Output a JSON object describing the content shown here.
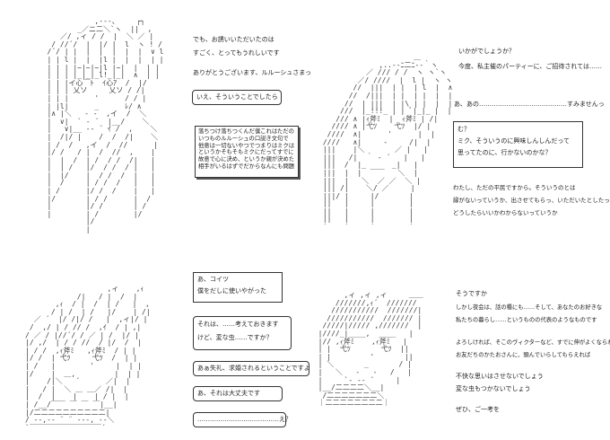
{
  "panel1": {
    "aa_lines": [
      "              ,-‐‐、    ┌┐",
      "          _／ニ二＼`ヽ  ||  ，",
      "      ／/ ,ィ / /  |  ＼ ／ |",
      "    / //´/  |  |/ |  l  ヽ ! /",
      "   /´/ | |  |  |  |  |  |  ∨ l",
      "   | | l |  |  |l |  |  |  | |",
      "   | | | |~|~|~|l |~|  |  | |",
      "   | | | |_|_|_l!_|_|  ∧  | |",
      "   | | |イ心￣ﾄ  ｲ心ｱ  /  |/",
      "   | | | 乂ソ     乂ソ / /|",
      "   | | |      '      / / |",
      "   | |l|      _      ﾚ/ ∧",
      "   |∧ |＼   ‐ ‐  ,イ  /  ＼",
      "   |  ∨|  ` ‐ ´  |__/    ＼",
      "   |   ∨|__ -‐ ¨ ｲ /  ,    ＼",
      "   |  /|/ |    /  /  /|    ＼",
      "   | /  /   ,イ  /  //      |",
      "   |/ /   / |  /  //  ,    |",
      "   |  |  /  | /  / /  /|   |",
      "   |  | /   |/  / /  / |   |",
      "   |  |/    |  / /  /  |   |",
      "   |  /     | / /  /   |   |",
      "   | /      |/ /  /    |   |",
      "   |/       | / /      |  /",
      "   |        |/ /       | /",
      "   |        | /        |/",
      "            |/",
      "            |"
    ],
    "text1": "でも、お誘いいただいたのは",
    "text2": "すごく、とってもうれしいです",
    "text3": "ありがとうございます、ルルーシュさまっ",
    "bubble": "いえ、そういうことでしたら",
    "box": [
      "落ちつけ落ちつくんだ僕これはただの",
      "いつものルルーシュの口説き文句で",
      "他意は一切ないやつでつまりはミクは",
      "というかそもそもミクにだってすでに",
      "故意で心に決め、というか親が決めた",
      "相手がいるはずでだからなんにも問題"
    ]
  },
  "panel2": {
    "aa_lines": [
      "                      ＿",
      "              ,..-‐ﾆ二ﾆ‐-｀ヽ",
      "           ／ /// / /  ヽ ヽ`ヽ",
      "         ／/ ////  |  l |  ヽ ヽ",
      "        //  |||  | |  | l  |  ∧",
      "       //  /|||  | |  | |  |  |",
      "      //  | |||  | |\\ | |  |  |",
      "     ///  |_!!!_ | | ﾞ|_|_ |  |",
      "    /// ∧ |ｨ斧ﾐ  |  ｨ斧ﾐ | /|",
      "   //// ∧ |弋ﾂ    弋ﾂ  |/ |",
      "  ////  ∧|      '      |  |",
      " ////   ∧|     -     /|  |",
      " |||    |＼       ／ |   |",
      " |||   /|  ｀ - ´   |   |",
      " |||  /  |_      _|   |",
      " |||  |  |  ￣￣   ＼  |",
      " |||  |   ＼  ／ ／  ＼ |",
      " ||| /|    ＼/ ／     |",
      " |||/ |     |/       |",
      " ||   |     |        |",
      " ||   |     |        |",
      " ||   |     |        |",
      " |    |     |        |"
    ],
    "text_top1": "いかがでしょうか？",
    "text_top2": "今度、私主催のパーティーに、ご招待されては……",
    "text_mid": "あ、あの……………………………………すみませんっ",
    "box": [
      "む？",
      "ミク、そういうのに興味しんしんだって",
      "思ってたのに、行かないのかな？"
    ],
    "text_b1": "わたし、ただの平民ですから。そういうのとは",
    "text_b2": "縁がないっていうか、出させてもらっ、いただいたとしたって",
    "text_b3": "どうしたらいいかわからないっていうか"
  },
  "panel3": {
    "aa_lines": [
      "                   ,ィ    ,ｨ",
      "            /|   / |  /  |",
      "       ,ｨ  / |  /  | /   |  ,",
      "      / | /  | /   |/    | /|",
      "  ／ ´  |/ /|/ /   |  ,ィ|/ |",
      " /  ,/ | / // /  ,ｲ  / | ,|",
      "/ ／ / |//´/ / ／ | /  |/ |",
      "|/ ,/  | / / //  / |/  /  |",
      "| / /  ,ｨ斧ﾐ   ,ｨ斧ﾐ  / | |",
      "|/ /  | 弋ﾂ     弋ﾂ  /  | |",
      "| /   |        '     |  | |",
      "|/    |  ＿,         |  | |",
      "|    /|＼   ´      ／|  |",
      "|   / |  ＼ ＿ ＿／ /|  |",
      "|  /  |    |    | / |  |",
      "| /__/￣￣ ￣ ￣ ￣|__|",
      "|/二二二二二二二二二二|",
      "/ --,-‐ ¨ ¨ ‐‐-, --＼",
      "`￣￣￣￣￣￣￣￣￣￣´"
    ],
    "box": [
      "あ、コイツ",
      "僕をだしに使いやがった"
    ],
    "bubble1": [
      "それは、……考えておきます",
      "けど、変な虫……ですか？"
    ],
    "bubble2": "あぁ失礼、求婚されるということですよ",
    "bubble3": "あ、それは大丈夫です",
    "bubble4": "…………………………………え？"
  },
  "panel4": {
    "aa_lines": [
      "        ,ィ ,ィ ,ィ     ＿＿",
      "      ///////,ｨ´  ///////",
      "     ///////////  ///////|",
      "    ///////////  /////// |",
      "   /////|///// ,///////  |",
      "  |////_|____,  ____   |",
      "  |// ,ｨ斧ﾐ    ,ｨ斧ﾐ   |",
      "  | |  弋ﾂ       弋ﾂ  ||",
      "  | |         '       ||",
      "  | ＼       _       / |",
      "  |   ＼   ‐   ‐   /   |",
      "  |     `‐ -‐ ¨     |",
      "  |__/二二二二＼__|",
      "   /二二二二二二二＼",
      "  ｜二二二二二二二二｜"
    ],
    "l1": "そうですか",
    "l2": "しかし夜会は、話の種にも……そして、あなたのお好きな",
    "l3": "私たちの暮らし……というものの代表のようなものです",
    "l4": "よろしければ、そこのヴィクターなど、すでに伸がよくなられた",
    "l5": "お友だちのかたおさんに、頭んでいらしてもらえれば",
    "l6": "不快な思いはさせないでしょう",
    "l7": "変な虫もつかないでしょう",
    "l8": "ぜひ、ご一考を"
  }
}
